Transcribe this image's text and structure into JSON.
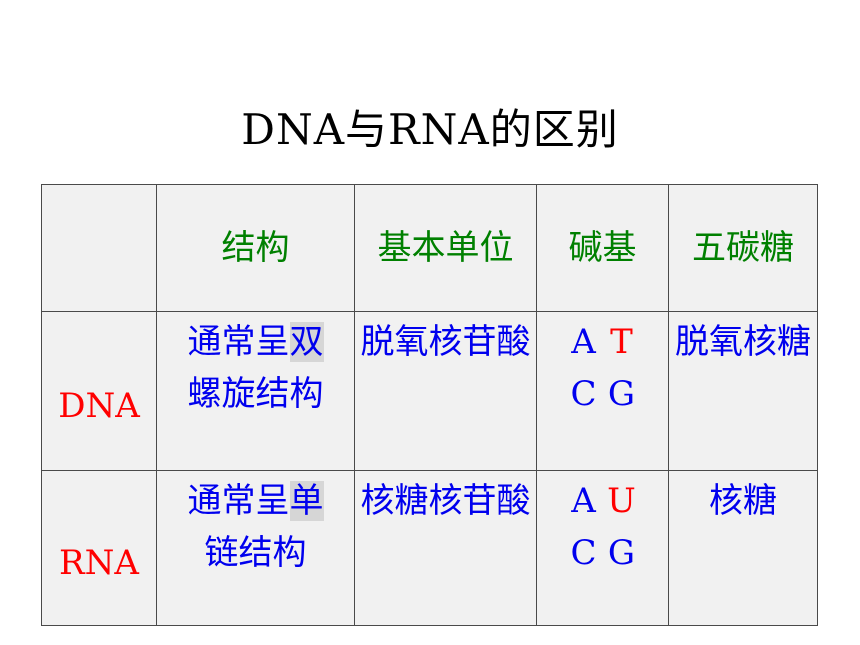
{
  "title": "DNA与RNA的区别",
  "table": {
    "headers": [
      "",
      "结构",
      "基本单位",
      "碱基",
      "五碳糖"
    ],
    "rows": [
      {
        "label": "DNA",
        "structure_prefix": "通常呈",
        "structure_highlight": "双",
        "structure_suffix": "螺旋结构",
        "unit": "脱氧核苷酸",
        "bases": [
          "A",
          "T",
          "C",
          "G"
        ],
        "sugar": "脱氧核糖"
      },
      {
        "label": "RNA",
        "structure_prefix": "通常呈",
        "structure_highlight": "单",
        "structure_suffix": "链结构",
        "unit": "核糖核苷酸",
        "bases": [
          "A",
          "U",
          "C",
          "G"
        ],
        "sugar": "核糖"
      }
    ]
  }
}
